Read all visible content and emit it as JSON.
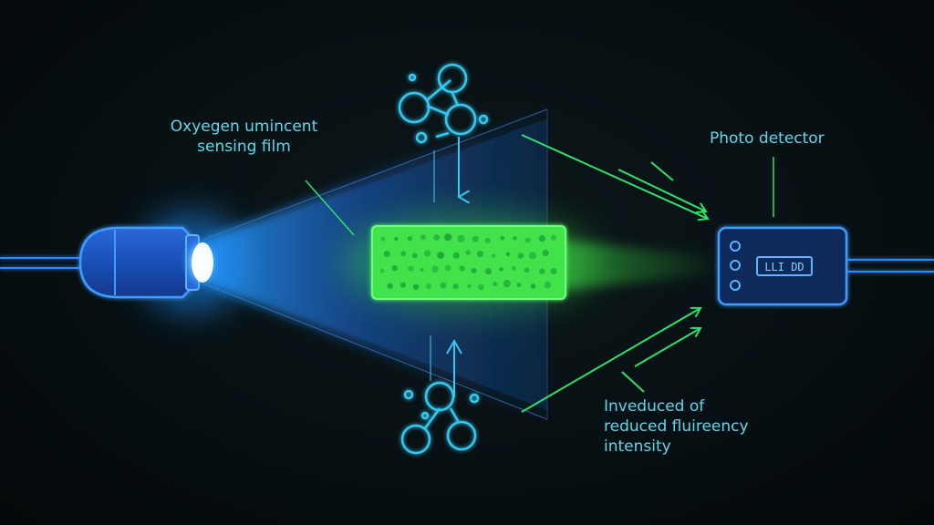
{
  "labels": {
    "film_line1": "Oxyegen umincent",
    "film_line2": "sensing film",
    "detector": "Photo detector",
    "intensity_line1": "Inveduced of",
    "intensity_line2": "reduced fluireency",
    "intensity_line3": "intensity"
  },
  "detector_display": "LLI DD",
  "colors": {
    "background": "#071013",
    "light_blue": "#1e8fff",
    "outline_blue": "#2b8cff",
    "film_green": "#3ff04a",
    "arrow_green": "#2fe06a",
    "molecule_cyan": "#35c8f0",
    "label_cyan": "#5fd8ec",
    "label_green": "#4fe08a"
  }
}
